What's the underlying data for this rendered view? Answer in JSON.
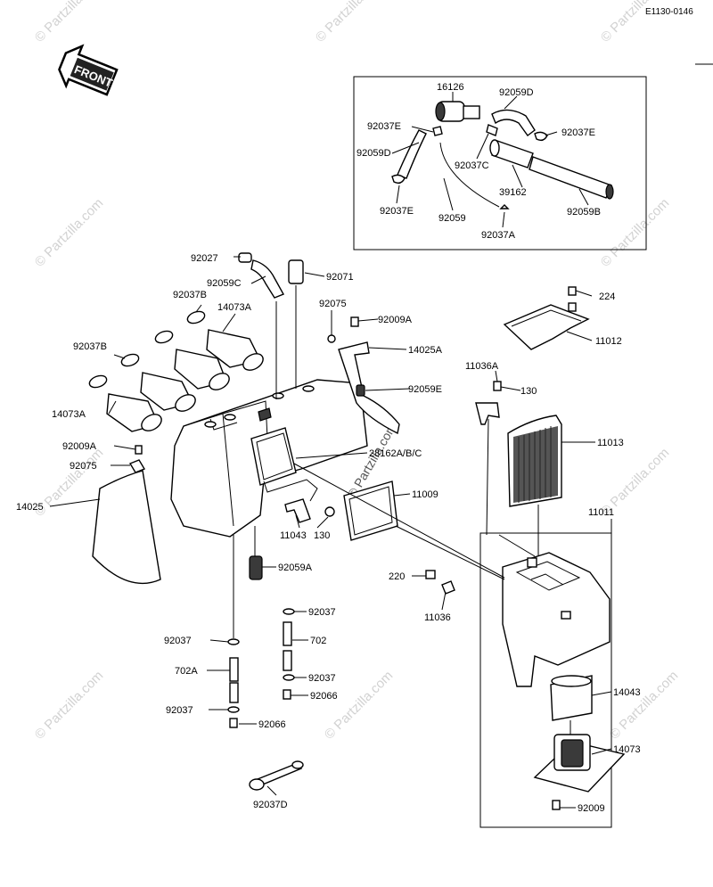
{
  "diagram_code": "E1130-0146",
  "front_label": "FRONT",
  "watermark": "© Partzilla.com",
  "colors": {
    "ink": "#000000",
    "paper": "#ffffff",
    "watermark": "#d2d2d2"
  },
  "labels": {
    "p16126": "16126",
    "p92059D_top": "92059D",
    "p92037E_l": "92037E",
    "p92037E_r": "92037E",
    "p92059D_l": "92059D",
    "p92037C": "92037C",
    "p39162": "39162",
    "p92037E_b": "92037E",
    "p92059": "92059",
    "p92059B": "92059B",
    "p92037A": "92037A",
    "p92027": "92027",
    "p92071": "92071",
    "p92059C": "92059C",
    "p92037B_1": "92037B",
    "p14073A_1": "14073A",
    "p92075_1": "92075",
    "p92009A_1": "92009A",
    "p224": "224",
    "p11012": "11012",
    "p14025A": "14025A",
    "p92037B_2": "92037B",
    "p11036A": "11036A",
    "p130_1": "130",
    "p92059E": "92059E",
    "p14073A_2": "14073A",
    "p11013": "11013",
    "p92009A_2": "92009A",
    "p28162": "28162A/B/C",
    "p92075_2": "92075",
    "p11009": "11009",
    "p14025": "14025",
    "p11011": "11011",
    "p11043": "11043",
    "p130_2": "130",
    "p92059A": "92059A",
    "p220": "220",
    "p11036": "11036",
    "p92037_1": "92037",
    "p92037_2": "92037",
    "p702": "702",
    "p702A": "702A",
    "p92037_3": "92037",
    "p14043": "14043",
    "p92066_1": "92066",
    "p92037_4": "92037",
    "p92066_2": "92066",
    "p14073": "14073",
    "p92009": "92009",
    "p92037D": "92037D"
  }
}
